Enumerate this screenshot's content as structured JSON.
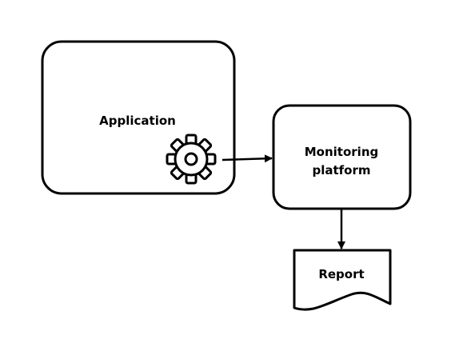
{
  "diagram": {
    "nodes": {
      "application": {
        "label": "Application",
        "icon": "gear-icon"
      },
      "monitoring": {
        "label_line1": "Monitoring",
        "label_line2": "platform"
      },
      "report": {
        "label": "Report",
        "shape": "document"
      }
    },
    "edges": [
      {
        "from": "application",
        "to": "monitoring"
      },
      {
        "from": "monitoring",
        "to": "report"
      }
    ],
    "colors": {
      "stroke": "#000000",
      "fill": "#ffffff"
    }
  }
}
